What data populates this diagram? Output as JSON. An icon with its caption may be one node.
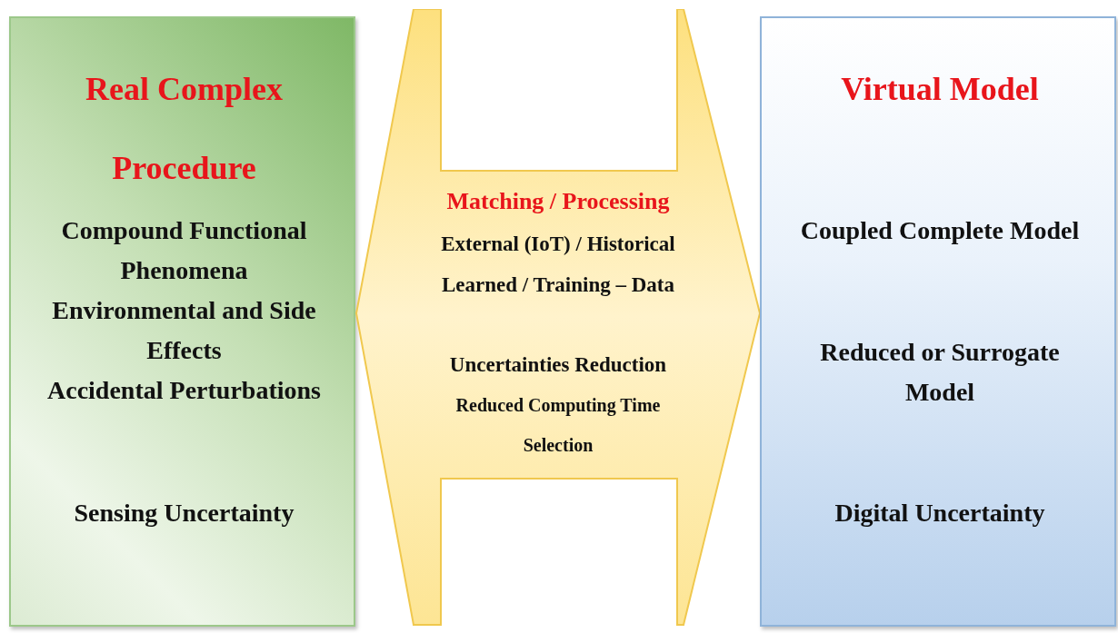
{
  "diagram": {
    "nodes": [
      {
        "text": [
          "Real Complex Procedure",
          "Compound Functional Phenomena",
          "Environmental and Side Effects",
          "Accidental Perturbations",
          "Sensing Uncertainty"
        ]
      },
      {
        "text": [
          "Matching / Processing",
          "External (IoT) / Historical Learned / Training – Data",
          "Uncertainties Reduction",
          "Reduced Computing Time Selection"
        ]
      },
      {
        "text": [
          "Virtual Model",
          "Coupled Complete Model",
          "Reduced or Surrogate Model",
          "Digital Uncertainty"
        ]
      }
    ],
    "edges": []
  }
}
